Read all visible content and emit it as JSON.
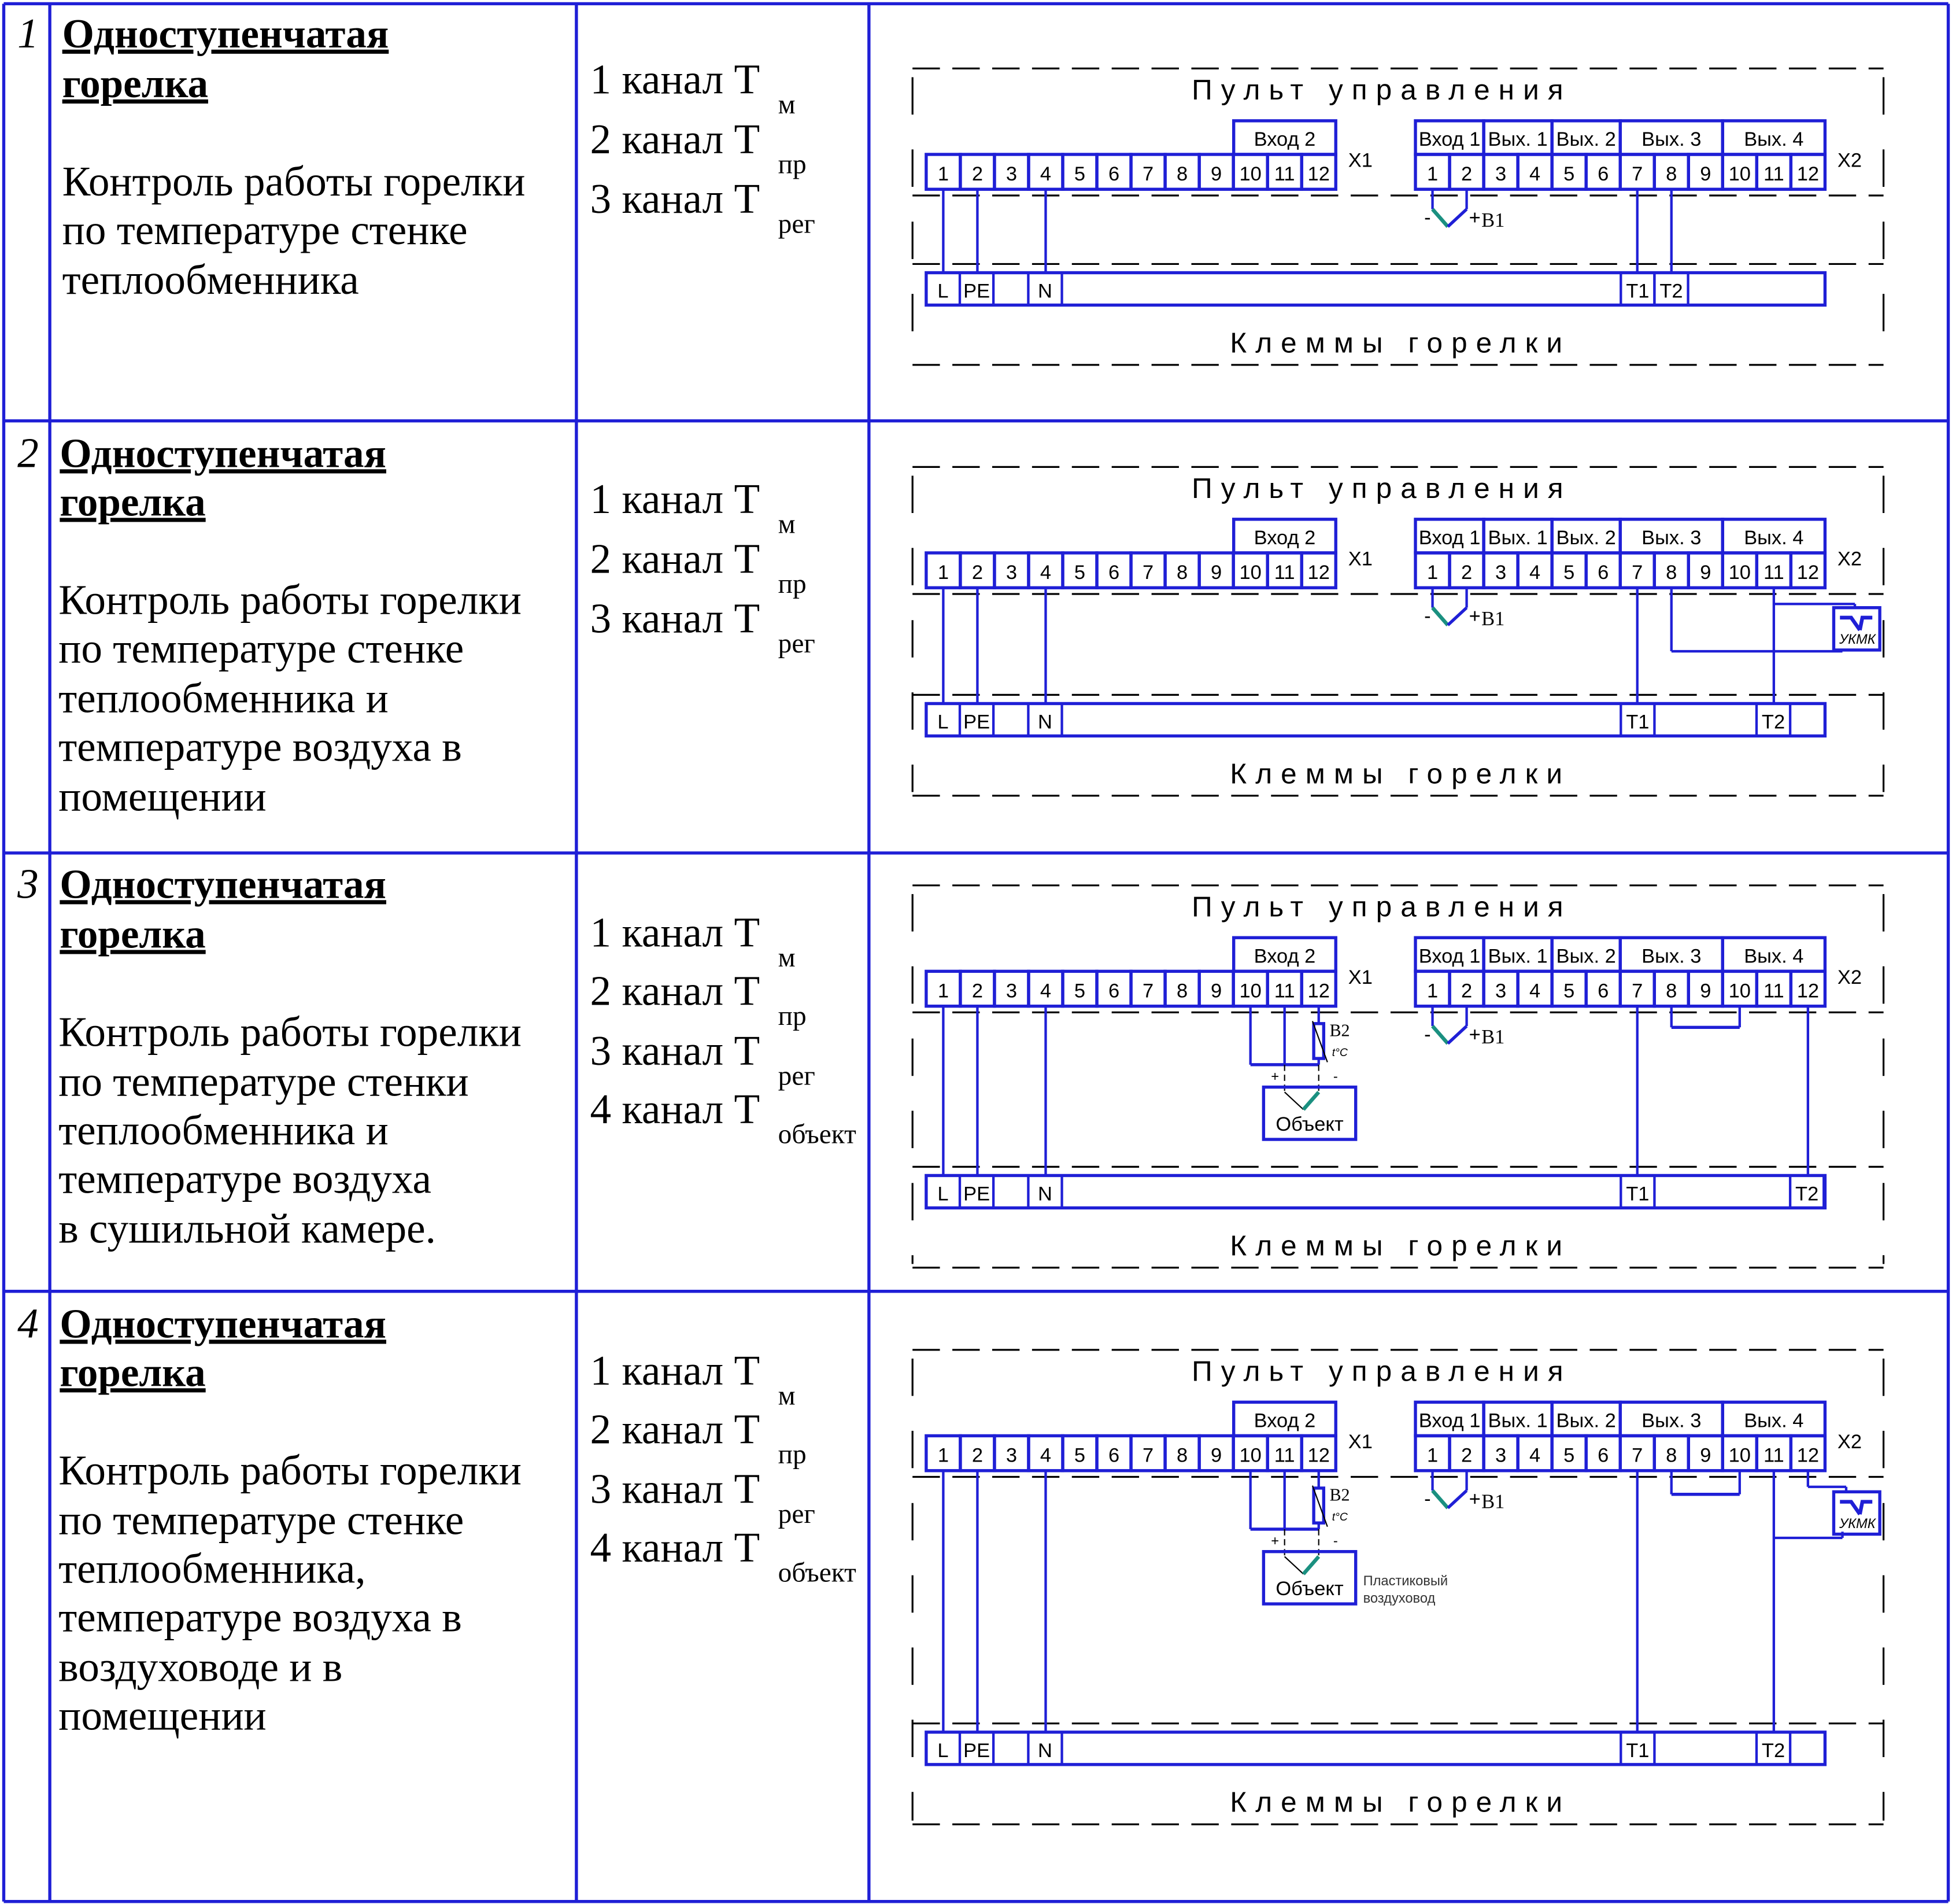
{
  "rows": [
    {
      "num": "1",
      "title": [
        "Одноступенчатая",
        "горелка"
      ],
      "desc": [
        "Контроль работы горелки",
        "по температуре стенке",
        "теплообменника"
      ],
      "channels": [
        {
          "text": "1 канал T",
          "sub": "м"
        },
        {
          "text": "2 канал T",
          "sub": "пр"
        },
        {
          "text": "3 канал T",
          "sub": "рег"
        }
      ]
    },
    {
      "num": "2",
      "title": [
        "Одноступенчатая",
        "горелка"
      ],
      "desc": [
        "Контроль работы горелки",
        "по температуре стенке",
        "теплообменника и",
        "температуре воздуха в",
        "помещении"
      ],
      "channels": [
        {
          "text": "1 канал T",
          "sub": "м"
        },
        {
          "text": "2 канал T",
          "sub": "пр"
        },
        {
          "text": "3 канал T",
          "sub": "рег"
        }
      ]
    },
    {
      "num": "3",
      "title": [
        "Одноступенчатая",
        "горелка"
      ],
      "desc": [
        "Контроль работы горелки",
        "по температуре стенки",
        "теплообменника и",
        "температуре воздуха",
        "в сушильной камере."
      ],
      "channels": [
        {
          "text": "1 канал T",
          "sub": "м"
        },
        {
          "text": "2 канал T",
          "sub": "пр"
        },
        {
          "text": "3 канал T",
          "sub": "рег"
        },
        {
          "text": "4 канал T",
          "sub": "объект"
        }
      ]
    },
    {
      "num": "4",
      "title": [
        "Одноступенчатая",
        "горелка"
      ],
      "desc": [
        "Контроль работы горелки",
        "по температуре стенке",
        "теплообменника,",
        "температуре воздуха в",
        "воздуховоде и в",
        " помещении"
      ],
      "channels": [
        {
          "text": "1 канал T",
          "sub": "м"
        },
        {
          "text": "2 канал T",
          "sub": "пр"
        },
        {
          "text": "3 канал T",
          "sub": "рег"
        },
        {
          "text": "4 канал T",
          "sub": "объект"
        }
      ]
    }
  ],
  "diagram": {
    "panel_title": "Пульт управления",
    "burner_title": "Клеммы горелки",
    "x1_label": "X1",
    "x2_label": "X2",
    "x1_group": "Вход 2",
    "x2_groups": [
      "Вход 1",
      "Вых. 1",
      "Вых. 2",
      "Вых. 3",
      "Вых. 4"
    ],
    "x1_terminals": [
      "1",
      "2",
      "3",
      "4",
      "5",
      "6",
      "7",
      "8",
      "9",
      "10",
      "11",
      "12"
    ],
    "x2_terminals": [
      "1",
      "2",
      "3",
      "4",
      "5",
      "6",
      "7",
      "8",
      "9",
      "10",
      "11",
      "12"
    ],
    "burner_terminals": {
      "L": "L",
      "PE": "PE",
      "N": "N",
      "T1": "T1",
      "T2": "T2"
    },
    "b1": "B1",
    "b2": "B2",
    "t_sensor": "t°C",
    "plus": "+",
    "minus": "-",
    "ukmk": "УКМК",
    "object": "Объект",
    "plastic_duct": [
      "Пластиковый",
      "воздуховод"
    ]
  },
  "colors": {
    "line": "#1f1fd6",
    "sensor": "#1a9080"
  }
}
